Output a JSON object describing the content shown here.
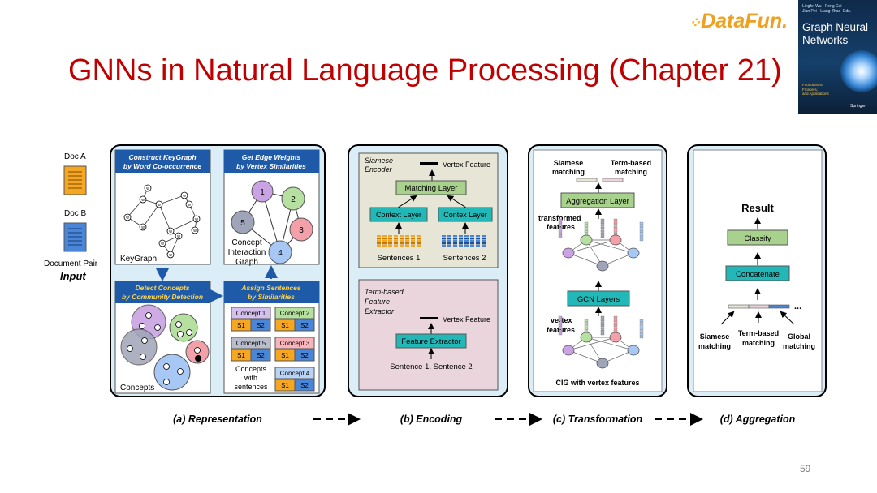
{
  "title": "GNNs in Natural Language Processing (Chapter 21)",
  "logo": "DataFun.",
  "book": {
    "authors": "Lingfei Wu · Peng Cui\nJian Pei · Liang Zhao  Eds.",
    "title": "Graph Neural\nNetworks",
    "subtitle": "Foundations,\nFrontiers,\nand Applications",
    "publisher": "Springer"
  },
  "page_number": "59",
  "input": {
    "doc_a": "Doc A",
    "doc_b": "Doc B",
    "pair": "Document Pair",
    "label": "Input"
  },
  "panel_a": {
    "box1_title_1": "Construct KeyGraph",
    "box1_title_2": "by Word Co-occurrence",
    "box1_label": "KeyGraph",
    "node_w": "w",
    "box2_title_1": "Get Edge Weights",
    "box2_title_2": "by Vertex Similarities",
    "box2_label_1": "Concept",
    "box2_label_2": "Interaction",
    "box2_label_3": "Graph",
    "nodes": [
      "1",
      "2",
      "3",
      "4",
      "5"
    ],
    "box3_title_1": "Detect Concepts",
    "box3_title_2": "by Community Detection",
    "box3_label": "Concepts",
    "box4_title_1": "Assign Sentences",
    "box4_title_2": "by Similarities",
    "concepts": [
      "Concept 1",
      "Concept 2",
      "Concept 5",
      "Concept 3",
      "Concept 4"
    ],
    "s1": "S1",
    "s2": "S2",
    "box4_label_1": "Concepts",
    "box4_label_2": "with",
    "box4_label_3": "sentences",
    "caption": "(a) Representation"
  },
  "panel_b": {
    "siamese_1": "Siamese",
    "siamese_2": "Encoder",
    "vertex_feature": "Vertex Feature",
    "matching_layer": "Matching Layer",
    "context_layer": "Context Layer",
    "contex_layer": "Contex Layer",
    "sentences_1": "Sentences 1",
    "sentences_2": "Sentences 2",
    "term_1": "Term-based",
    "term_2": "Feature",
    "term_3": "Extractor",
    "feature_extractor": "Feature Extractor",
    "sentence_pair": "Sentence 1, Sentence 2",
    "caption": "(b) Encoding"
  },
  "panel_c": {
    "siamese_1": "Siamese",
    "siamese_2": "matching",
    "term_1": "Term-based",
    "term_2": "matching",
    "aggregation_layer": "Aggregation Layer",
    "transformed_1": "transformed",
    "transformed_2": "features",
    "gcn_layers": "GCN Layers",
    "vertex_1": "vertex",
    "vertex_2": "features",
    "cig": "CIG with vertex features",
    "caption": "(c) Transformation"
  },
  "panel_d": {
    "result": "Result",
    "classify": "Classify",
    "concatenate": "Concatenate",
    "ellipsis": "...",
    "siamese_1": "Siamese",
    "siamese_2": "matching",
    "term_1": "Term-based",
    "term_2": "matching",
    "global_1": "Global",
    "global_2": "matching",
    "caption": "(d) Aggregation"
  },
  "colors": {
    "title": "#c00000",
    "panel_fill": "#dbeef8",
    "box_header": "#1f5aa8",
    "siamese_fill": "#e7e6d6",
    "term_fill": "#ead5dd",
    "teal": "#22b8b8",
    "green": "#a9d18e",
    "orange": "#f5a623",
    "doc_blue": "#4a86d8"
  }
}
